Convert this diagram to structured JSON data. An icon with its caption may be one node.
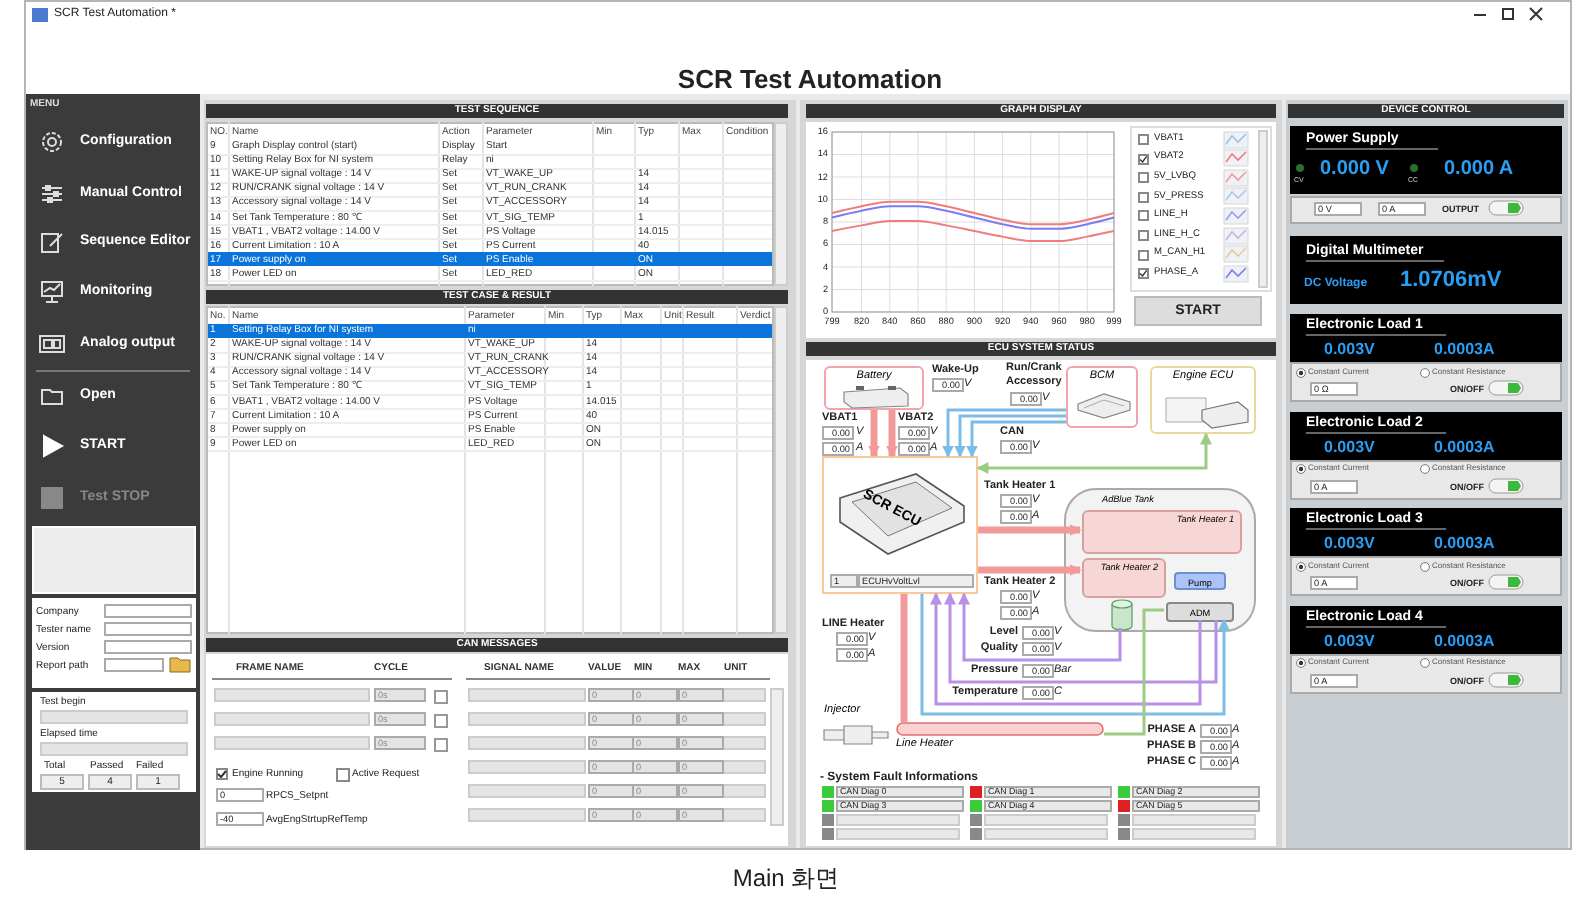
{
  "diagram": {
    "title": "SCR Test Automation",
    "caption": "Main 화면",
    "nodes": [
      {
        "text": [
          "Battery"
        ]
      },
      {
        "text": [
          "BCM"
        ]
      },
      {
        "text": [
          "Engine ECU"
        ]
      },
      {
        "text": [
          "SCR ECU"
        ]
      },
      {
        "text": [
          "AdBlue Tank"
        ]
      },
      {
        "text": [
          "Tank Heater 1"
        ],
        "in": 4
      },
      {
        "text": [
          "Tank Heater 2"
        ],
        "in": 4
      },
      {
        "text": [
          "Pump"
        ],
        "in": 4
      },
      {
        "text": [
          "ADM"
        ],
        "in": 4
      },
      {
        "text": [],
        "shape": "cylinder",
        "in": 4
      },
      {
        "text": [
          "Injector"
        ]
      },
      {
        "text": [
          "Line Heater"
        ]
      }
    ],
    "edges": [
      {
        "from": 0,
        "to": 3,
        "arrow": "to",
        "style": "thick",
        "color": "#f29a9a"
      },
      {
        "from": 0,
        "to": 3,
        "arrow": "to",
        "style": "thick",
        "color": "#f29a9a"
      },
      {
        "from": 1,
        "to": 3,
        "arrow": "to",
        "color": "#7cbde6"
      },
      {
        "from": 1,
        "to": 3,
        "arrow": "to",
        "color": "#7cbde6"
      },
      {
        "from": 1,
        "to": 3,
        "arrow": "to",
        "color": "#7cbde6"
      },
      {
        "from": 3,
        "to": 2,
        "arrow": "both",
        "color": "#9ccc83"
      },
      {
        "from": 3,
        "to": 5,
        "arrow": "to",
        "style": "thick",
        "color": "#f29a9a"
      },
      {
        "from": 3,
        "to": 6,
        "arrow": "to",
        "style": "thick",
        "color": "#f29a9a"
      },
      {
        "from": 9,
        "to": 3,
        "arrow": "to",
        "color": "#b890e6"
      },
      {
        "from": 8,
        "to": 3,
        "arrow": "to",
        "color": "#b890e6"
      },
      {
        "from": 8,
        "to": 3,
        "arrow": "to",
        "color": "#b890e6"
      },
      {
        "from": 3,
        "to": 8,
        "arrow": "to",
        "color": "#7cbde6"
      },
      {
        "from": 3,
        "to": 11,
        "arrow": "none",
        "style": "thick",
        "color": "#f29a9a"
      },
      {
        "from": 8,
        "to": 11,
        "arrow": "none",
        "color": "#9ccc83"
      }
    ],
    "labels": [
      "SCR Test Automation *",
      "MENU",
      "Configuration",
      "Manual Control",
      "Sequence Editor",
      "Monitoring",
      "Analog output",
      "Open",
      "START",
      "Test STOP",
      "Company",
      "Tester name",
      "Version",
      "Report path",
      "Test begin",
      "Elapsed time",
      "Total",
      "Passed",
      "Failed",
      "5",
      "4",
      "1",
      "TEST SEQUENCE",
      "NO.",
      "Name",
      "Action",
      "Parameter",
      "Min",
      "Typ",
      "Max",
      "Condition",
      "9",
      "Graph Display control (start)",
      "Display",
      "Start",
      "10",
      "Setting Relay Box for NI system",
      "Relay",
      "ni",
      "11",
      "WAKE-UP signal voltage : 14 V",
      "Set",
      "VT_WAKE_UP",
      "14",
      "12",
      "RUN/CRANK signal voltage : 14 V",
      "Set",
      "VT_RUN_CRANK",
      "14",
      "13",
      "Accessory signal voltage : 14 V",
      "Set",
      "VT_ACCESSORY",
      "14",
      "14",
      "Set Tank Temperature : 80 ℃",
      "Set",
      "VT_SIG_TEMP",
      "1",
      "15",
      "VBAT1 , VBAT2 voltage : 14.00 V",
      "Set",
      "PS Voltage",
      "14.015",
      "16",
      "Current Limitation : 10 A",
      "Set",
      "PS Current",
      "40",
      "17",
      "Power supply on",
      "Set",
      "PS Enable",
      "ON",
      "18",
      "Power LED on",
      "Set",
      "LED_RED",
      "ON",
      "TEST CASE & RESULT",
      "No.",
      "Name",
      "Parameter",
      "Min",
      "Typ",
      "Max",
      "Unit",
      "Result",
      "Verdict",
      "1",
      "Setting Relay Box for NI system",
      "ni",
      "2",
      "WAKE-UP signal voltage : 14 V",
      "VT_WAKE_UP",
      "14",
      "3",
      "RUN/CRANK signal voltage : 14 V",
      "VT_RUN_CRANK",
      "14",
      "4",
      "Accessory signal voltage : 14 V",
      "VT_ACCESSORY",
      "14",
      "5",
      "Set Tank Temperature : 80 ℃",
      "VT_SIG_TEMP",
      "1",
      "6",
      "VBAT1 , VBAT2 voltage : 14.00 V",
      "PS Voltage",
      "14.015",
      "7",
      "Current Limitation : 10 A",
      "PS Current",
      "40",
      "8",
      "Power supply on",
      "PS Enable",
      "ON",
      "9",
      "Power LED on",
      "LED_RED",
      "ON",
      "CAN MESSAGES",
      "FRAME NAME",
      "CYCLE",
      "SIGNAL NAME",
      "VALUE",
      "MIN",
      "MAX",
      "UNIT",
      "0s",
      "0s",
      "0s",
      "0",
      "0",
      "0",
      "0",
      "0",
      "0",
      "0",
      "0",
      "0",
      "0",
      "0",
      "0",
      "0",
      "0",
      "0",
      "0",
      "0",
      "0",
      "Engine Running",
      "Active Request",
      "0",
      "RPCS_Setpnt",
      "-40",
      "AvgEngStrtupRefTemp",
      "GRAPH DISPLAY",
      "START",
      "ECU SYSTEM STATUS",
      "Wake-Up",
      "0.00",
      "V",
      "Run/Crank",
      "Accessory",
      "0.00",
      "V",
      "VBAT1",
      "0.00",
      "V",
      "0.00",
      "A",
      "VBAT2",
      "0.00",
      "V",
      "0.00",
      "A",
      "CAN",
      "0.00",
      "V",
      "1",
      "ECUHvVoltLvl",
      "Tank Heater 1",
      "0.00",
      "V",
      "0.00",
      "A",
      "Tank Heater 2",
      "0.00",
      "V",
      "0.00",
      "A",
      "LINE Heater",
      "0.00",
      "V",
      "0.00",
      "A",
      "Level",
      "0.00",
      "V",
      "Quality",
      "0.00",
      "V",
      "Pressure",
      "0.00",
      "Bar",
      "Temperature",
      "0.00",
      "C",
      "PHASE A",
      "0.00",
      "A",
      "PHASE B",
      "0.00",
      "A",
      "PHASE C",
      "0.00",
      "A",
      "- System Fault Informations",
      "CAN Diag 0",
      "CAN Diag 1",
      "CAN Diag 2",
      "CAN Diag 3",
      "CAN Diag 4",
      "CAN Diag 5",
      "DEVICE CONTROL",
      "Power Supply",
      "CV",
      "0.000 V",
      "CC",
      "0.000 A",
      "0 V",
      "0 A",
      "OUTPUT",
      "Digital Multimeter",
      "DC Voltage",
      "1.0706mV",
      "Electronic Load 1",
      "0.003V",
      "0.0003A",
      "Constant Current",
      "Constant Resistance",
      "0 Ω",
      "ON/OFF",
      "Electronic Load 2",
      "0.003V",
      "0.0003A",
      "Constant Current",
      "Constant Resistance",
      "0 A",
      "ON/OFF",
      "Electronic Load 3",
      "0.003V",
      "0.0003A",
      "Constant Current",
      "Constant Resistance",
      "0 A",
      "ON/OFF",
      "Electronic Load 4",
      "0.003V",
      "0.0003A",
      "Constant Current",
      "Constant Resistance",
      "0 A",
      "ON/OFF"
    ],
    "legend": [
      {
        "text": "VBAT1"
      },
      {
        "text": "VBAT2"
      },
      {
        "text": "5V_LVBQ"
      },
      {
        "text": "5V_PRESS"
      },
      {
        "text": "LINE_H"
      },
      {
        "text": "LINE_H_C"
      },
      {
        "text": "M_CAN_H1"
      },
      {
        "text": "PHASE_A"
      }
    ],
    "chart_data": {
      "type": "line",
      "x": [
        799,
        820,
        840,
        860,
        880,
        900,
        920,
        940,
        960,
        980,
        999
      ],
      "series": [
        {
          "color": "#f07c7c",
          "values": [
            8.8,
            9.4,
            9.8,
            9.8,
            9.4,
            8.8,
            8.2,
            7.8,
            7.8,
            8.2,
            8.8
          ]
        },
        {
          "color": "#7c7cf0",
          "values": [
            8.4,
            9,
            9.4,
            9.4,
            9,
            8.4,
            7.8,
            7.4,
            7.4,
            7.8,
            8.4
          ]
        },
        {
          "color": "#f07c7c",
          "values": [
            7.2,
            7.7,
            8.1,
            8.1,
            7.7,
            7.2,
            6.7,
            6.3,
            6.3,
            6.7,
            7.2
          ]
        }
      ],
      "xlim": [
        799,
        999
      ],
      "ylim": [
        0,
        16
      ],
      "xticks": [
        799,
        820,
        840,
        860,
        880,
        900,
        920,
        940,
        960,
        980,
        999
      ],
      "yticks": [
        0,
        2,
        4,
        6,
        8,
        10,
        12,
        14,
        16
      ],
      "grid": true
    }
  }
}
